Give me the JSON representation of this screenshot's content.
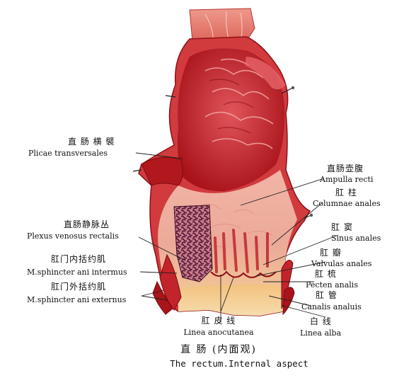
{
  "labels": {
    "plicae": {
      "cn": "直 肠 横 襞",
      "en": "Plicae transversales"
    },
    "ampulla": {
      "cn": "直肠壶腹",
      "en": "Ampulla recti"
    },
    "columnae": {
      "cn": "肛 柱",
      "en": "Columnae anales"
    },
    "plexus": {
      "cn": "直肠静脉丛",
      "en": "Plexus venosus rectalis"
    },
    "sinus": {
      "cn": "肛 窦",
      "en": "Sinus anales"
    },
    "valvulae": {
      "cn": "肛 瓣",
      "en": "Valvulas anales"
    },
    "internus": {
      "cn": "肛门内括约肌",
      "en": "M.sphincter ani intermus"
    },
    "pecten": {
      "cn": "肛 梳",
      "en": "Pecten analis"
    },
    "externus": {
      "cn": "肛门外括约肌",
      "en": "M.sphincter ani externus"
    },
    "canalis": {
      "cn": "肛 管",
      "en": "Canalis analuis"
    },
    "linea_anocutanea": {
      "cn": "肛 皮 线",
      "en": "Linea anocutanea"
    },
    "linea_alba": {
      "cn": "白 线",
      "en": "Linea alba"
    }
  },
  "caption": {
    "cn": "直 肠 (内面观)",
    "en": "The rectum.Internal aspect"
  },
  "colors": {
    "tissue_dark": "#b3161c",
    "tissue_mid": "#d8474a",
    "tissue_light": "#f0a99c",
    "skin": "#f3c98a",
    "vein": "#5a1a3a",
    "leader": "#222222"
  }
}
